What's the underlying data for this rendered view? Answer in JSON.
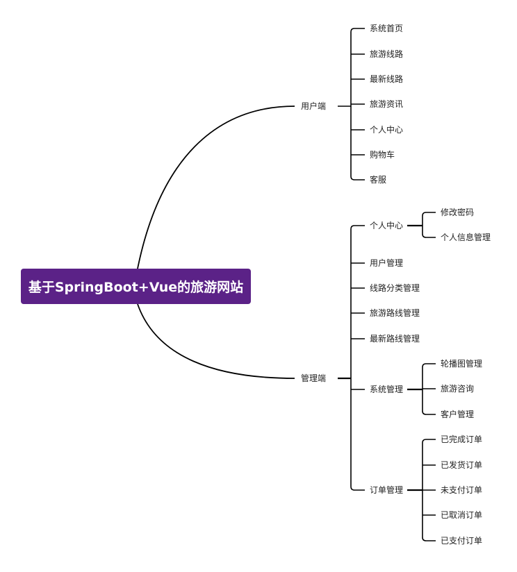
{
  "diagram": {
    "root": {
      "label": "基于SpringBoot+Vue的旅游网站",
      "fill": "#5b2287"
    },
    "branches": [
      {
        "label": "用户端",
        "children": [
          {
            "label": "系统首页"
          },
          {
            "label": "旅游线路"
          },
          {
            "label": "最新线路"
          },
          {
            "label": "旅游资讯"
          },
          {
            "label": "个人中心"
          },
          {
            "label": "购物车"
          },
          {
            "label": "客服"
          }
        ]
      },
      {
        "label": "管理端",
        "children": [
          {
            "label": "个人中心",
            "children": [
              {
                "label": "修改密码"
              },
              {
                "label": "个人信息管理"
              }
            ]
          },
          {
            "label": "用户管理"
          },
          {
            "label": "线路分类管理"
          },
          {
            "label": "旅游路线管理"
          },
          {
            "label": "最新路线管理"
          },
          {
            "label": "系统管理",
            "children": [
              {
                "label": "轮播图管理"
              },
              {
                "label": "旅游咨询"
              },
              {
                "label": "客户管理"
              }
            ]
          },
          {
            "label": "订单管理",
            "children": [
              {
                "label": "已完成订单"
              },
              {
                "label": "已发货订单"
              },
              {
                "label": "未支付订单"
              },
              {
                "label": "已取消订单"
              },
              {
                "label": "已支付订单"
              }
            ]
          }
        ]
      }
    ],
    "line_color": "#000000"
  }
}
